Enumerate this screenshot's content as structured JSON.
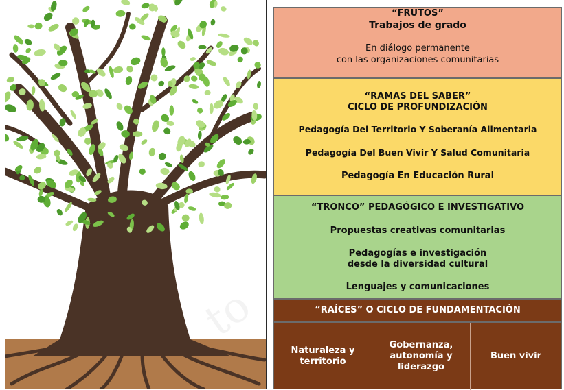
{
  "frutos": {
    "title": "“FRUTOS”",
    "subtitle": "Trabajos de grado",
    "note_line1": "En diálogo permanente",
    "note_line2": "con las organizaciones comunitarias",
    "color": "#f2a98b"
  },
  "ramas": {
    "title": "“RAMAS DEL SABER”",
    "subtitle": "CICLO DE PROFUNDIZACIÓN",
    "items": [
      "Pedagogía Del Territorio Y Soberanía Alimentaria",
      "Pedagogía Del Buen Vivir Y Salud Comunitaria",
      "Pedagogía En Educación Rural"
    ],
    "color": "#fbd968"
  },
  "tronco": {
    "title": "“TRONCO” PEDAGÓGICO E INVESTIGATIVO",
    "item1": "Propuestas creativas comunitarias",
    "item2_line1": "Pedagogías e investigación",
    "item2_line2": "desde la diversidad cultural",
    "item3": "Lenguajes y comunicaciones",
    "color": "#a9d48c"
  },
  "raices": {
    "title": "“RAÍCES” O CICLO DE FUNDAMENTACIÓN",
    "cells": [
      [
        "Naturaleza y",
        "territorio"
      ],
      [
        "Gobernanza,",
        "autonomía y",
        "liderazgo"
      ],
      [
        "Buen vivir"
      ]
    ],
    "color": "#7b3a16"
  },
  "illustration": {
    "icon": "tree-illustration",
    "leaf_color": "#7cc24a",
    "trunk_color": "#4a3326",
    "soil_color": "#b07a4a"
  }
}
